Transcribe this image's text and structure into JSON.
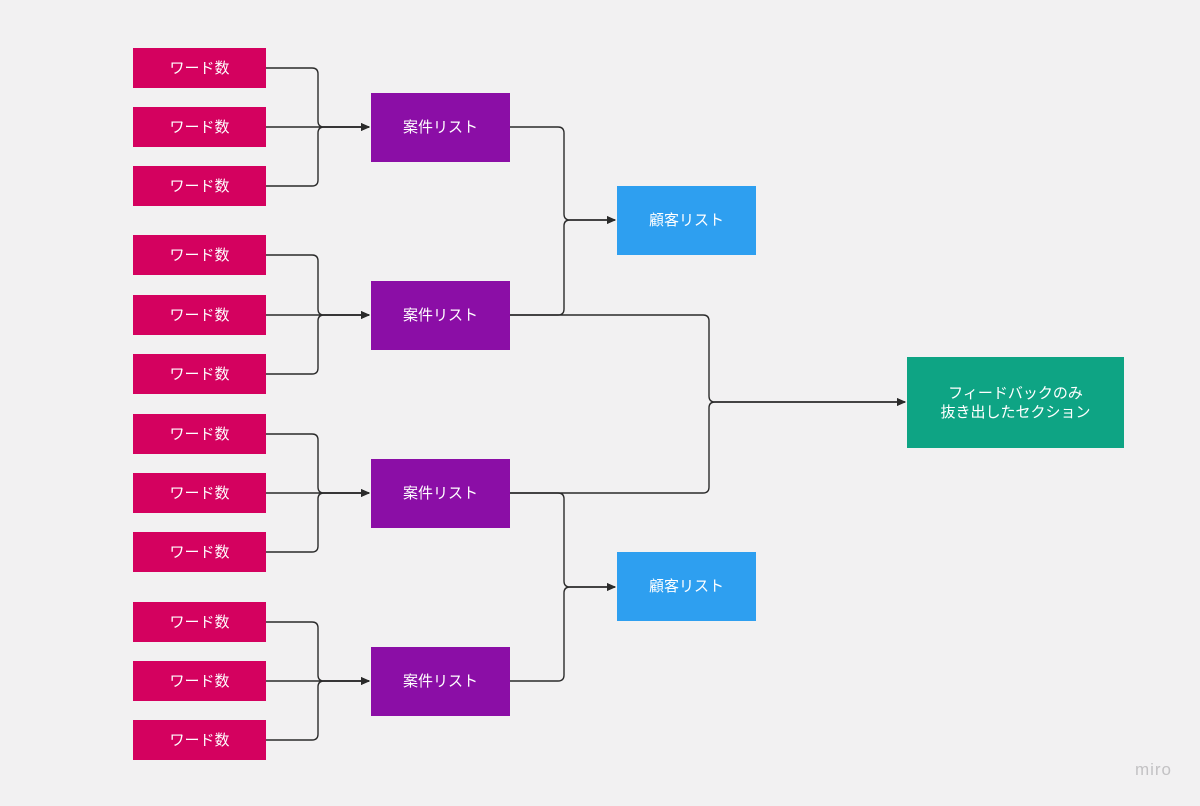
{
  "diagram": {
    "word_count_nodes": [
      "ワード数",
      "ワード数",
      "ワード数",
      "ワード数",
      "ワード数",
      "ワード数",
      "ワード数",
      "ワード数",
      "ワード数",
      "ワード数",
      "ワード数",
      "ワード数"
    ],
    "case_list_nodes": [
      "案件リスト",
      "案件リスト",
      "案件リスト",
      "案件リスト"
    ],
    "client_list_nodes": [
      "顧客リスト",
      "顧客リスト"
    ],
    "final_node": "フィードバックのみ\n抜き出したセクション",
    "colors": {
      "word_count": "#d4015f",
      "case_list": "#8b0ea6",
      "client_list": "#2e9ff0",
      "final": "#0ea484",
      "connector": "#2b2b2b",
      "background": "#f2f1f2"
    }
  },
  "watermark": "miro"
}
